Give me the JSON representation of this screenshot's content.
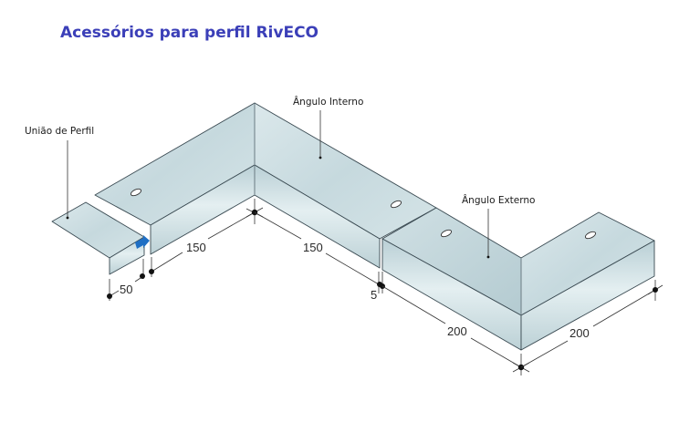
{
  "title": "Acessórios para perfil RivECO",
  "labels": {
    "uniao": "União de Perfil",
    "angulo_interno": "Ângulo Interno",
    "angulo_externo": "Ângulo Externo"
  },
  "dimensions": {
    "d50": "50",
    "d150_left": "150",
    "d150_right": "150",
    "d5": "5",
    "d200_left": "200",
    "d200_right": "200"
  },
  "colors": {
    "title": "#3b3fb8",
    "metal_top": "#cfe0e4",
    "metal_face": "#c3d7dc",
    "arrow": "#1f6fc4"
  }
}
